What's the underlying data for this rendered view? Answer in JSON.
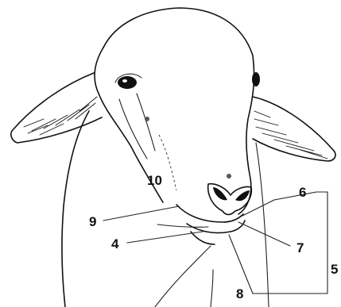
{
  "labels": {
    "l10": "10",
    "l6": "6",
    "l9": "9",
    "l4": "4",
    "l7": "7",
    "l5": "5",
    "l8": "8"
  },
  "colors": {
    "ink": "#111111",
    "background": "#ffffff"
  }
}
